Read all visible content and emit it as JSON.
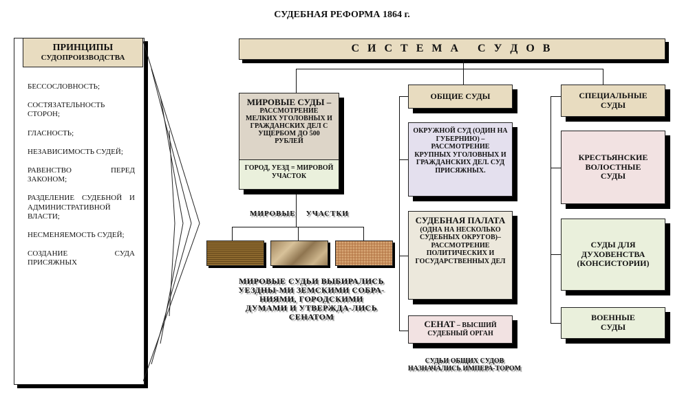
{
  "title": "СУДЕБНАЯ РЕФОРМА 1864 г.",
  "principles": {
    "header_main": "ПРИНЦИПЫ",
    "header_sub": "СУДОПРОИЗВОДСТВА",
    "items": [
      "БЕССОСЛОВНОСТЬ;",
      "СОСТЯЗАТЕЛЬНОСТЬ СТОРОН;",
      "ГЛАСНОСТЬ;",
      "НЕЗАВИСИМОСТЬ СУДЕЙ;",
      "РАВЕНСТВО ПЕРЕД ЗАКОНОМ;",
      "РАЗДЕЛЕНИЕ СУДЕБНОЙ И АДМИНИСТРАТИВНОЙ ВЛАСТИ;",
      "НЕСМЕНЯЕМОСТЬ СУДЕЙ;",
      "СОЗДАНИЕ СУДА ПРИСЯЖНЫХ"
    ]
  },
  "system": "С И С Т Е М А   С У Д О В",
  "mirovye": {
    "title": "МИРОВЫЕ СУДЫ –",
    "desc": "РАССМОТРЕНИЕ МЕЛКИХ УГОЛОВНЫХ И ГРАЖДАНСКИХ ДЕЛ С УЩЕРБОМ ДО 500 РУБЛЕЙ",
    "sub": "ГОРОД, УЕЗД = МИРОВОЙ УЧАСТОК",
    "uchastki": "МИРОВЫЕ    УЧАСТКИ",
    "note": "МИРОВЫЕ СУДЬИ ВЫБИРАЛИСЬ УЕЗДНЫ-МИ ЗЕМСКИМИ СОБРА-НИЯМИ, ГОРОДСКИМИ ДУМАМИ И УТВЕРЖДА-ЛИСЬ СЕНАТОМ"
  },
  "obshie": {
    "title": "ОБЩИЕ СУДЫ",
    "okr": "ОКРУЖНОЙ СУД (ОДИН НА ГУБЕРНИЮ) – РАССМОТРЕНИЕ КРУПНЫХ УГОЛОВНЫХ И ГРАЖДАНСКИХ ДЕЛ. СУД ПРИСЯЖНЫХ.",
    "palata_title": "СУДЕБНАЯ ПАЛАТА",
    "palata_desc": "(ОДНА НА НЕСКОЛЬКО СУДЕБНЫХ ОКРУГОВ)– РАССМОТРЕНИЕ ПОЛИТИЧЕСКИХ И ГОСУДАРСТВЕННЫХ ДЕЛ",
    "senat_title": "СЕНАТ",
    "senat_desc": "– ВЫСШИЙ СУДЕБНЫЙ ОРГАН",
    "note": "СУДЬИ ОБЩИХ СУДОВ НАЗНАЧАЛИСЬ ИМПЕРА-ТОРОМ"
  },
  "special": {
    "title": "СПЕЦИАЛЬНЫЕ СУДЫ",
    "items": [
      "КРЕСТЬЯНСКИЕ ВОЛОСТНЫЕ СУДЫ",
      "СУДЫ ДЛЯ ДУХОВЕНСТВА (КОНСИСТОРИИ)",
      "ВОЕННЫЕ СУДЫ"
    ]
  },
  "colors": {
    "tan": "#e8dcc0",
    "lavender": "#e4e0ee",
    "beige": "#ece8dc",
    "pink": "#f2e2e2",
    "green": "#eaf0dc"
  }
}
